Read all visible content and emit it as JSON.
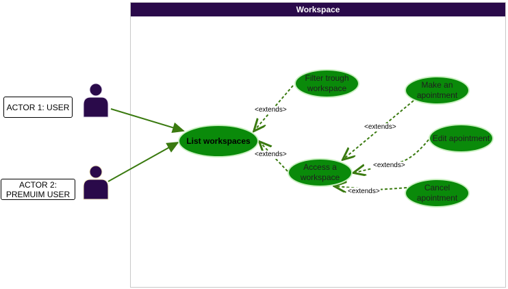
{
  "system": {
    "title": "Workspace"
  },
  "actors": [
    {
      "id": "actor1",
      "label": "ACTOR 1: USER"
    },
    {
      "id": "actor2",
      "label_line1": "ACTOR 2:",
      "label_line2": "PREMUIM USER"
    }
  ],
  "use_cases": {
    "list_workspaces": "List workspaces",
    "filter_trough_workspace_l1": "Filter trough",
    "filter_trough_workspace_l2": "workspace",
    "access_workspace_l1": "Access a",
    "access_workspace_l2": "workspace",
    "make_apointment_l1": "Make an",
    "make_apointment_l2": "apointment",
    "edit_apointment": "Edit apointment",
    "cancel_apointment_l1": "Cancel",
    "cancel_apointment_l2": "apointment"
  },
  "relations": {
    "extends_label": "<extends>"
  },
  "colors": {
    "actor": "#2a0a4a",
    "usecase_fill": "#0a8a0a",
    "edge": "#3a7a10",
    "title_bar": "#2a0a4a"
  }
}
